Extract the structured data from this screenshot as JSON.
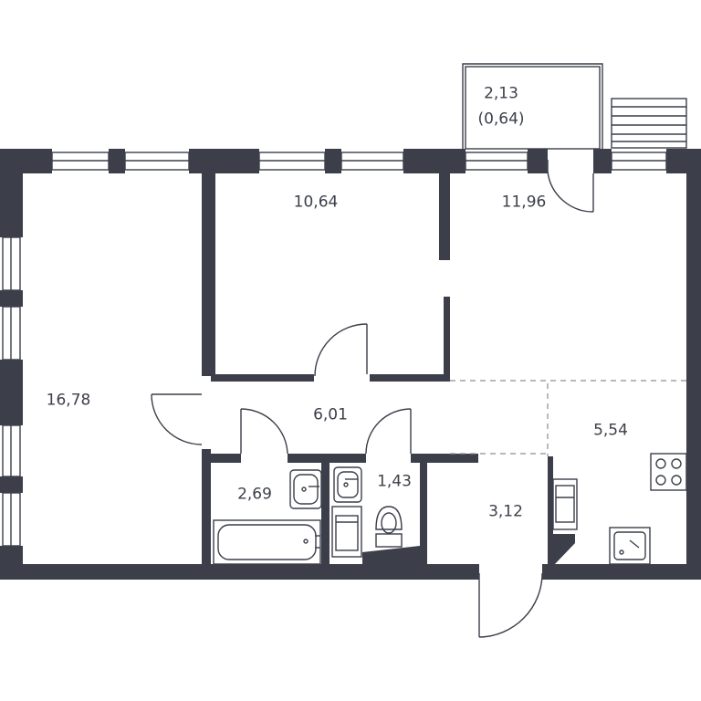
{
  "rooms": [
    {
      "id": "living",
      "area": "16,78"
    },
    {
      "id": "bedroom",
      "area": "10,64"
    },
    {
      "id": "room-right",
      "area": "11,96"
    },
    {
      "id": "balcony",
      "area": "2,13",
      "area_reduced": "(0,64)"
    },
    {
      "id": "hall",
      "area": "6,01"
    },
    {
      "id": "bathroom",
      "area": "2,69"
    },
    {
      "id": "wc",
      "area": "1,43"
    },
    {
      "id": "entrance",
      "area": "3,12"
    },
    {
      "id": "kitchen",
      "area": "5,54"
    }
  ],
  "colors": {
    "wall": "#3c3f4a",
    "background": "#ffffff",
    "divider": "#8a8d96"
  }
}
